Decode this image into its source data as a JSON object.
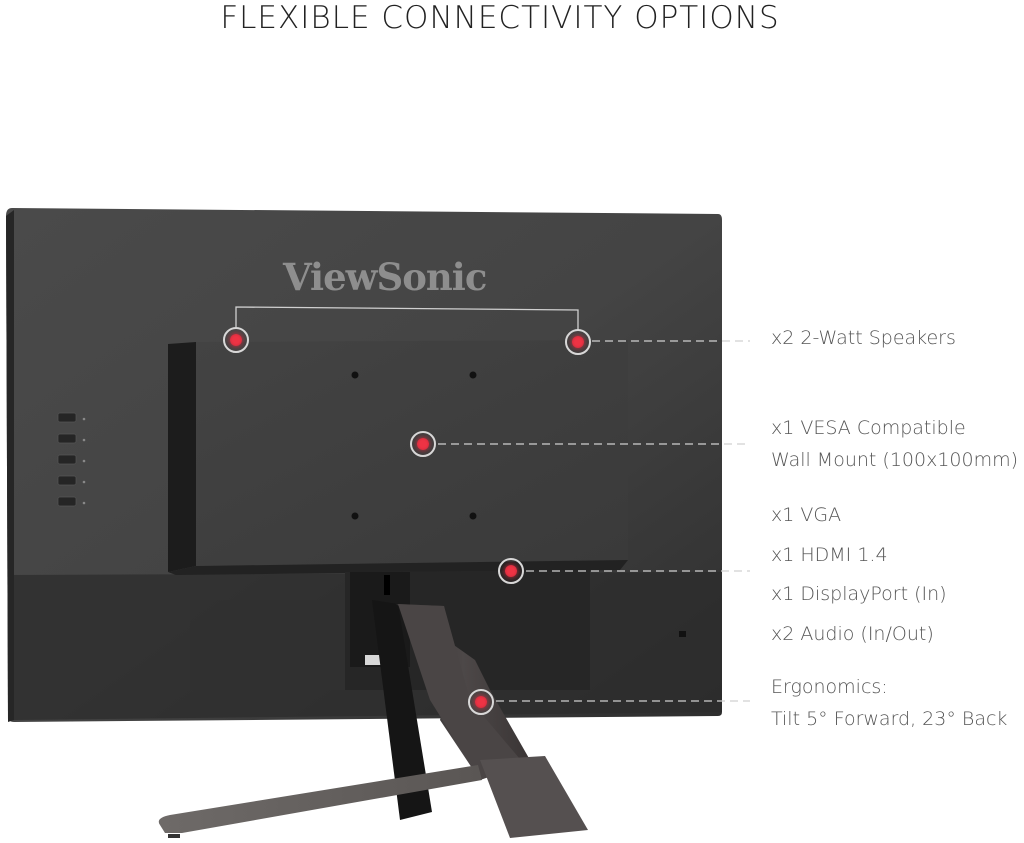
{
  "header": {
    "title": "FLEXIBLE CONNECTIVITY OPTIONS"
  },
  "product": {
    "brand_logo": "ViewSonic",
    "view": "monitor-rear-view",
    "accent_color": "#e8303f",
    "body_color": "#3a3a3a"
  },
  "callouts": [
    {
      "id": "speakers",
      "lines": [
        "x2 2-Watt Speakers"
      ]
    },
    {
      "id": "vesa",
      "lines": [
        "x1 VESA Compatible",
        "Wall Mount (100x100mm)"
      ]
    },
    {
      "id": "ports",
      "lines": [
        "x1 VGA",
        "x1 HDMI 1.4",
        "x1 DisplayPort (In)",
        "x2 Audio (In/Out)"
      ]
    },
    {
      "id": "ergonomics",
      "lines": [
        "Ergonomics:",
        "Tilt 5° Forward, 23° Back"
      ]
    }
  ]
}
